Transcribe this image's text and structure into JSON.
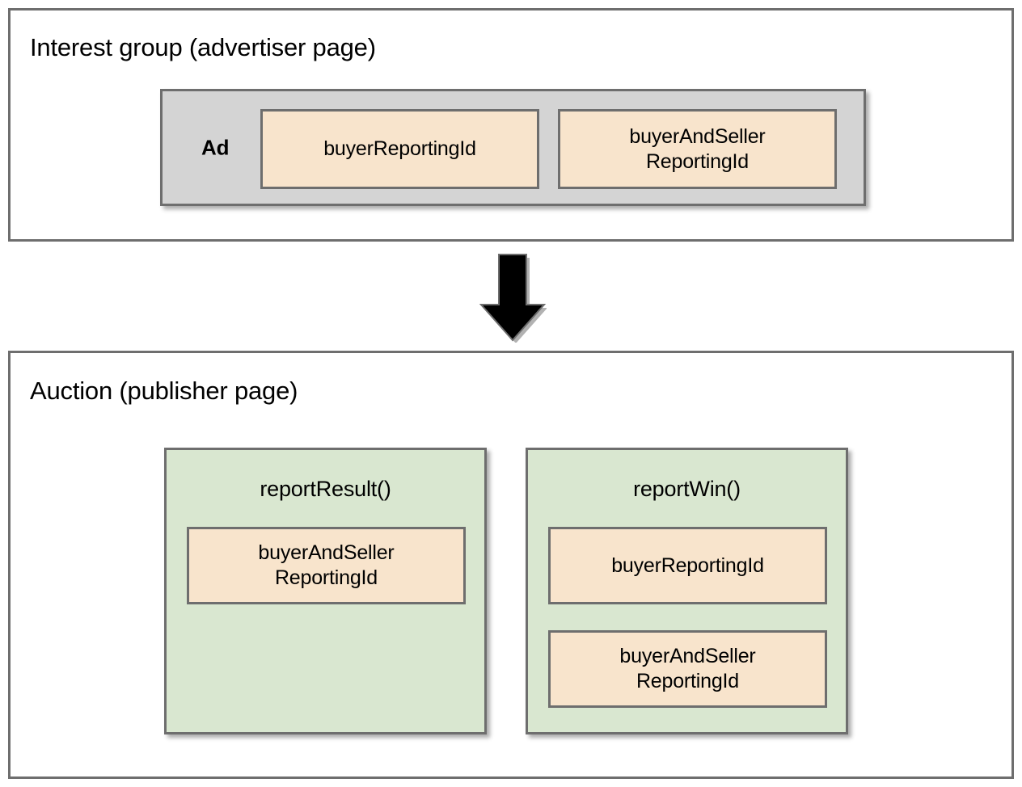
{
  "diagram": {
    "colors": {
      "page_background": "#ffffff",
      "border": "#6e6e6e",
      "ad_container_fill": "#d4d4d4",
      "reporting_id_fill": "#f8e4cc",
      "function_box_fill": "#d9e7d0",
      "arrow_fill": "#000000",
      "text": "#000000"
    },
    "sections": [
      {
        "id": "interest-group",
        "title": "Interest group (advertiser page)",
        "ad": {
          "label": "Ad",
          "chips": [
            {
              "id": "buyer-reporting-id",
              "label": "buyerReportingId"
            },
            {
              "id": "buyer-and-seller-reporting-id",
              "label": "buyerAndSeller\nReportingId"
            }
          ]
        }
      },
      {
        "id": "auction",
        "title": "Auction (publisher page)",
        "functions": [
          {
            "id": "report-result",
            "name": "reportResult()",
            "chips": [
              {
                "id": "buyer-and-seller-reporting-id",
                "label": "buyerAndSeller\nReportingId"
              }
            ]
          },
          {
            "id": "report-win",
            "name": "reportWin()",
            "chips": [
              {
                "id": "buyer-reporting-id",
                "label": "buyerReportingId"
              },
              {
                "id": "buyer-and-seller-reporting-id",
                "label": "buyerAndSeller\nReportingId"
              }
            ]
          }
        ]
      }
    ],
    "connector": {
      "icon": "arrow-down-icon",
      "direction": "down",
      "from": "interest-group",
      "to": "auction"
    }
  }
}
